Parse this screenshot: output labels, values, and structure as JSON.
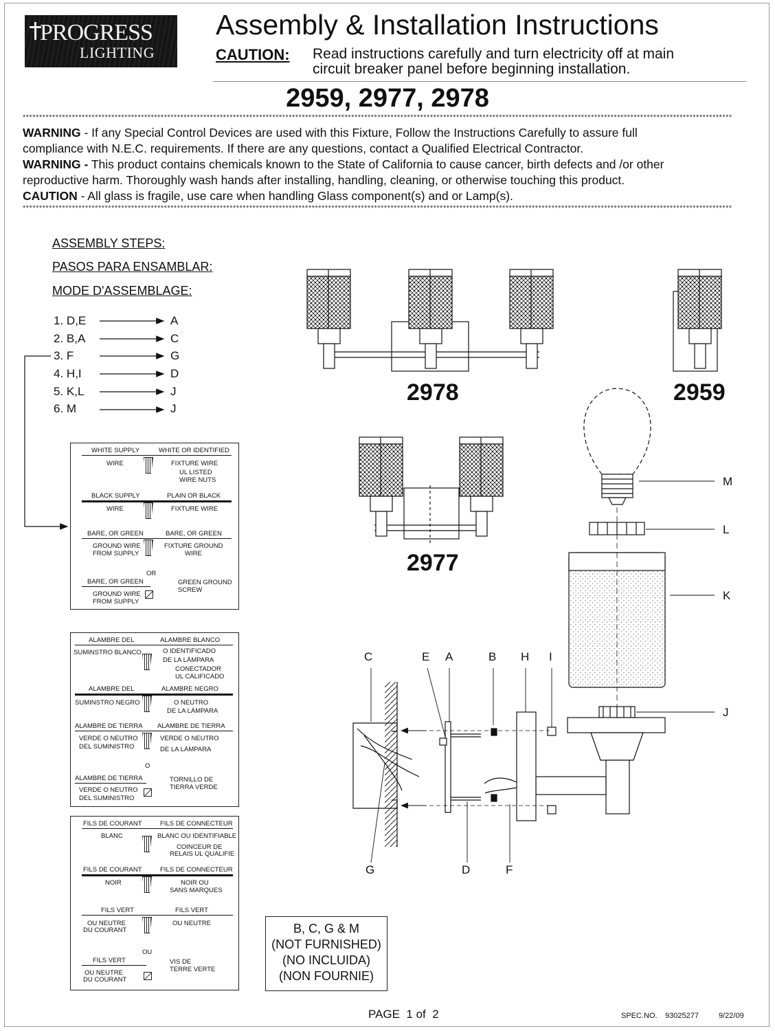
{
  "header": {
    "logo_line1": "PROGRESS",
    "logo_line2": "LIGHTING",
    "title": "Assembly & Installation Instructions",
    "caution_label": "CAUTION:",
    "caution_text_1": "Read instructions carefully and turn electricity off at main",
    "caution_text_2": "circuit breaker panel before beginning installation.",
    "models": "2959, 2977, 2978"
  },
  "warnings": {
    "w1_label": "WARNING",
    "w1_text_a": " - If any Special Control Devices are used with this Fixture, Follow the Instructions Carefully to assure full",
    "w1_text_b": "compliance with N.E.C. requirements. If there are any questions, contact a Qualified Electrical Contractor.",
    "w2_label": "WARNING -",
    "w2_text_a": "  This product contains chemicals known to the State of California to cause cancer, birth defects and /or other",
    "w2_text_b": "reproductive harm.  Thoroughly wash hands after installing, handling, cleaning, or otherwise touching this product.",
    "c_label": "CAUTION",
    "c_text": " - All glass is fragile, use care when handling Glass component(s) and or Lamp(s)."
  },
  "steps": {
    "heading_en": "ASSEMBLY STEPS:",
    "heading_es": "PASOS PARA ENSAMBLAR:",
    "heading_fr": "MODE D'ASSEMBLAGE:",
    "items": [
      {
        "num": "1.",
        "parts": "D,E",
        "target": "A"
      },
      {
        "num": "2.",
        "parts": "B,A",
        "target": "C"
      },
      {
        "num": "3.",
        "parts": "F",
        "target": "G"
      },
      {
        "num": "4.",
        "parts": "H,I",
        "target": "D"
      },
      {
        "num": "5.",
        "parts": "K,L",
        "target": "J"
      },
      {
        "num": "6.",
        "parts": "M",
        "target": "J"
      }
    ]
  },
  "wiring_en": {
    "r1_left": "WHITE SUPPLY",
    "r1_right": "WHITE OR IDENTIFIED",
    "r1_left2": "WIRE",
    "r1_right2": "FIXTURE WIRE",
    "r1_nut_a": "UL LISTED",
    "r1_nut_b": "WIRE NUTS",
    "r2_left": "BLACK SUPPLY",
    "r2_right": "PLAIN OR BLACK",
    "r2_left2": "WIRE",
    "r2_right2": "FIXTURE WIRE",
    "r3_left": "BARE, OR GREEN",
    "r3_right": "BARE, OR GREEN",
    "r3_left2": "GROUND WIRE",
    "r3_left3": "FROM SUPPLY",
    "r3_right2": "FIXTURE GROUND",
    "r3_right3": "WIRE",
    "or": "OR",
    "r4_left": "BARE, OR GREEN",
    "r4_left2": "GROUND WIRE",
    "r4_left3": "FROM SUPPLY",
    "r4_right": "GREEN GROUND",
    "r4_right2": "SCREW"
  },
  "wiring_es": {
    "r1_left": "ALAMBRE DEL",
    "r1_right": "ALAMBRE BLANCO",
    "r1_left2": "SUMINSTRO BLANCO",
    "r1_right2": "O IDENTIFICADO",
    "r1_right3": "DE LA LÁMPARA",
    "r1_nut_a": "CONECTADOR",
    "r1_nut_b": "UL CALIFICADO",
    "r2_left": "ALAMBRE DEL",
    "r2_right": "ALAMBRE NEGRO",
    "r2_left2": "SUMINSTRO NEGRO",
    "r2_right2": "O NEUTRO",
    "r2_right3": "DE LA LÁMPARA",
    "r3_left": "ALAMBRE DE TIERRA",
    "r3_right": "ALAMBRE DE TIERRA",
    "r3_left2": "VERDE O NEUTRO",
    "r3_left3": "DEL SUMINISTRO",
    "r3_right2": "VERDE O NEUTRO",
    "r3_right3": "DE LA LÁMPARA",
    "or": "O",
    "r4_left": "ALAMBRE DE TIERRA",
    "r4_left2": "VERDE O NEUTRO",
    "r4_left3": "DEL SUMINISTRO",
    "r4_right": "TORNILLO DE",
    "r4_right2": "TIERRA VERDE"
  },
  "wiring_fr": {
    "r1_left": "FILS DE COURANT",
    "r1_right": "FILS DE CONNECTEUR",
    "r1_left2": "BLANC",
    "r1_right2": "BLANC OU IDENTIFIABLE",
    "r1_nut_a": "COINCEUR DE",
    "r1_nut_b": "RELAIS UL QUALIFIE",
    "r2_left": "FILS DE COURANT",
    "r2_right": "FILS DE CONNECTEUR",
    "r2_left2": "NOIR",
    "r2_right2": "NOIR OU",
    "r2_right3": "SANS MARQUES",
    "r3_left": "FILS VERT",
    "r3_right": "FILS VERT",
    "r3_left2": "OU NEUTRE",
    "r3_left3": "DU COURANT",
    "r3_right2": "OU NEUTRE",
    "or": "OU",
    "r4_left": "FILS VERT",
    "r4_left2": "OU NEUTRE",
    "r4_left3": "DU COURANT",
    "r4_right": "VIS DE",
    "r4_right2": "TERRE VERTE"
  },
  "fixtures": {
    "m2978": "2978",
    "m2959": "2959",
    "m2977": "2977"
  },
  "parts": {
    "A": "A",
    "B": "B",
    "C": "C",
    "D": "D",
    "E": "E",
    "F": "F",
    "G": "G",
    "H": "H",
    "I": "I",
    "J": "J",
    "K": "K",
    "L": "L",
    "M": "M"
  },
  "not_furnished": {
    "line1": "B, C, G & M",
    "line2": "(NOT FURNISHED)",
    "line3": "(NO INCLUIDA)",
    "line4": "(NON FOURNIE)"
  },
  "footer": {
    "page": "PAGE  1 of  2",
    "spec_label": "SPEC.NO.",
    "spec_no": "93025277",
    "date": "9/22/09"
  }
}
